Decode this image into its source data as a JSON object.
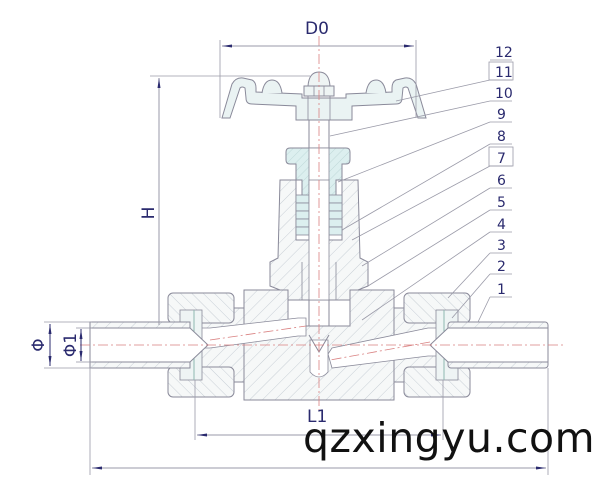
{
  "diagram": {
    "type": "engineering-drawing",
    "subject": "needle valve cross-section",
    "colors": {
      "outline": "#8a8a9a",
      "hatch": "#c8cfd6",
      "fill_light": "#eef4f4",
      "fill_cyan": "#dcefef",
      "centerline": "#d98080",
      "dimension": "#2a2a6e",
      "leader": "#9a9aa8"
    },
    "dimensions": {
      "d0": "D0",
      "h": "H",
      "l1": "L1",
      "phi": "Φ",
      "phi1": "Φ1"
    },
    "parts": [
      {
        "number": "12",
        "boxed": false
      },
      {
        "number": "11",
        "boxed": true
      },
      {
        "number": "10",
        "boxed": false
      },
      {
        "number": "9",
        "boxed": false
      },
      {
        "number": "8",
        "boxed": false
      },
      {
        "number": "7",
        "boxed": true
      },
      {
        "number": "6",
        "boxed": false
      },
      {
        "number": "5",
        "boxed": false
      },
      {
        "number": "4",
        "boxed": false
      },
      {
        "number": "3",
        "boxed": false
      },
      {
        "number": "2",
        "boxed": false
      },
      {
        "number": "1",
        "boxed": false
      }
    ]
  },
  "watermark": "qzxingyu.com"
}
